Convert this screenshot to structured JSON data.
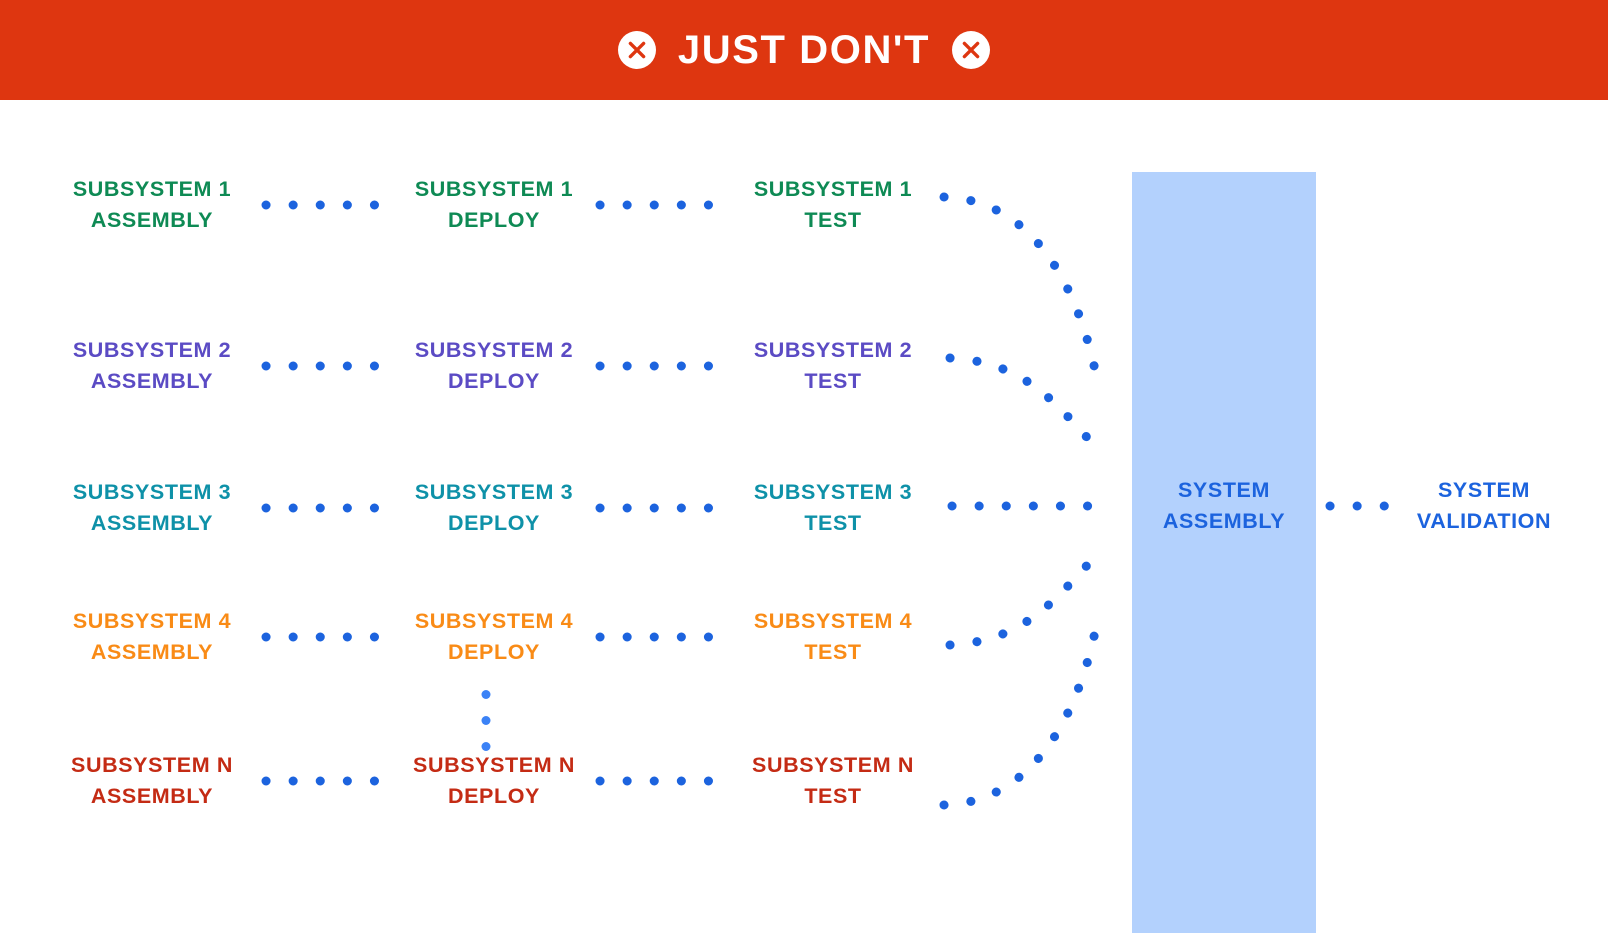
{
  "banner": {
    "title": "JUST DON'T",
    "left_icon": "x-circle-icon",
    "right_icon": "x-circle-icon",
    "background_color": "#DE3610",
    "text_color": "#FFFFFF"
  },
  "diagram": {
    "connector_color": "#1C63DE",
    "assembly_bar_color": "#B3D1FD",
    "columns": [
      "ASSEMBLY",
      "DEPLOY",
      "TEST"
    ],
    "rows": [
      {
        "id": "subsystem-1",
        "color": "#0E8A54",
        "assembly": "SUBSYSTEM 1\nASSEMBLY",
        "deploy": "SUBSYSTEM 1\nDEPLOY",
        "test": "SUBSYSTEM 1\nTEST"
      },
      {
        "id": "subsystem-2",
        "color": "#5B4BC4",
        "assembly": "SUBSYSTEM 2\nASSEMBLY",
        "deploy": "SUBSYSTEM 2\nDEPLOY",
        "test": "SUBSYSTEM 2\nTEST"
      },
      {
        "id": "subsystem-3",
        "color": "#0E91A8",
        "assembly": "SUBSYSTEM 3\nASSEMBLY",
        "deploy": "SUBSYSTEM 3\nDEPLOY",
        "test": "SUBSYSTEM 3\nTEST"
      },
      {
        "id": "subsystem-4",
        "color": "#F98B16",
        "assembly": "SUBSYSTEM 4\nASSEMBLY",
        "deploy": "SUBSYSTEM 4\nDEPLOY",
        "test": "SUBSYSTEM 4\nTEST"
      },
      {
        "id": "subsystem-n",
        "color": "#C42B14",
        "assembly": "SUBSYSTEM N\nASSEMBLY",
        "deploy": "SUBSYSTEM N\nDEPLOY",
        "test": "SUBSYSTEM N\nTEST"
      }
    ],
    "system_assembly": "SYSTEM\nASSEMBLY",
    "system_validation": "SYSTEM\nVALIDATION",
    "continuation_marker": "vertical-ellipsis"
  }
}
